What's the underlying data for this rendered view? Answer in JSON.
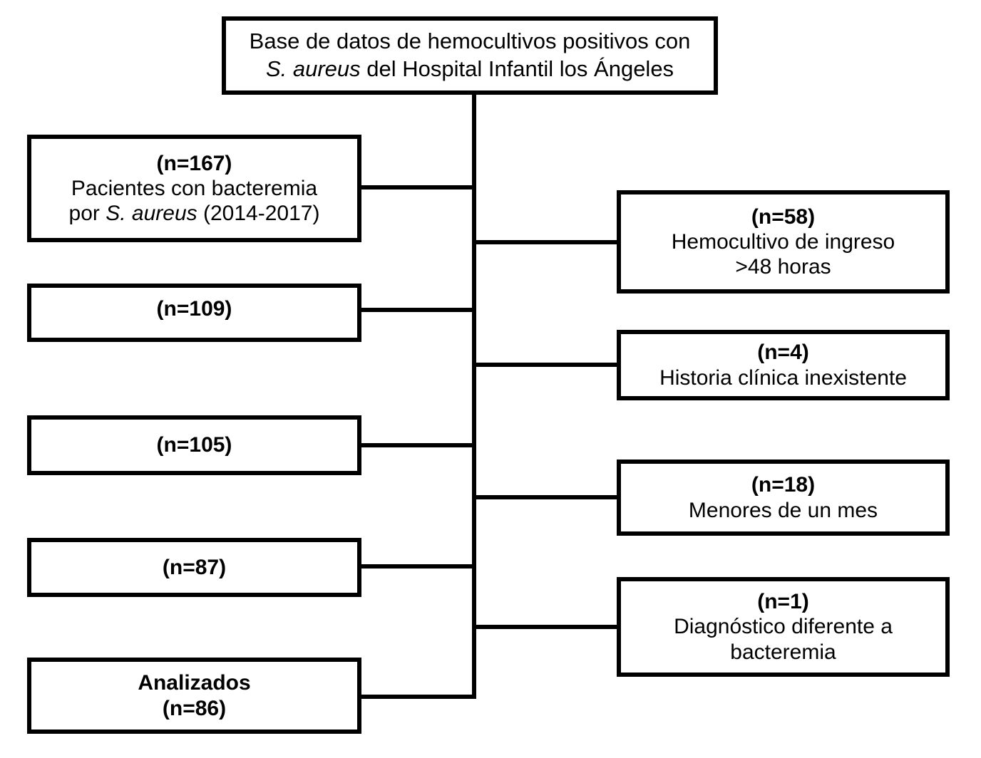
{
  "diagram": {
    "type": "flowchart",
    "title_box": {
      "id": "title",
      "lines": [
        {
          "text": "Base de datos de hemocultivos positivos con",
          "style": "normal"
        },
        {
          "text": "S. aureus del Hospital Infantil los Ángeles",
          "style": "mixed-italic-lead",
          "italic_part": "S. aureus",
          "rest": " del Hospital Infantil los Ángeles"
        }
      ]
    },
    "included_boxes": [
      {
        "id": "n167",
        "count_label": "(n=167)",
        "lines": [
          {
            "text": "Pacientes con bacteremia",
            "style": "normal"
          },
          {
            "text": "por S. aureus (2014-2017)",
            "style": "mixed",
            "pre": "por ",
            "italic_part": "S. aureus",
            "rest": " (2014-2017)"
          }
        ]
      },
      {
        "id": "n109",
        "count_label": "(n=109)",
        "lines": []
      },
      {
        "id": "n105",
        "count_label": "(n=105)",
        "lines": []
      },
      {
        "id": "n87",
        "count_label": "(n=87)",
        "lines": []
      },
      {
        "id": "analizados",
        "heading": "Analizados",
        "count_label": "(n=86)",
        "lines": []
      }
    ],
    "excluded_boxes": [
      {
        "id": "n58",
        "count_label": "(n=58)",
        "lines": [
          {
            "text": "Hemocultivo de ingreso"
          },
          {
            "text": ">48 horas"
          }
        ]
      },
      {
        "id": "n4",
        "count_label": "(n=4)",
        "lines": [
          {
            "text": "Historia clínica inexistente"
          }
        ]
      },
      {
        "id": "n18",
        "count_label": "(n=18)",
        "lines": [
          {
            "text": "Menores de un mes"
          }
        ]
      },
      {
        "id": "n1",
        "count_label": "(n=1)",
        "lines": [
          {
            "text": "Diagnóstico diferente a"
          },
          {
            "text": "bacteremia"
          }
        ]
      }
    ],
    "colors": {
      "stroke": "#000000",
      "fill": "#ffffff",
      "text": "#000000"
    }
  }
}
